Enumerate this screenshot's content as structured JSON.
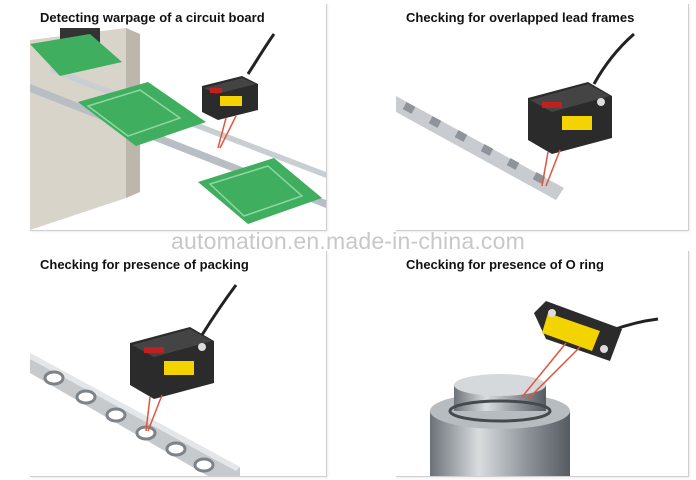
{
  "panels": [
    {
      "title": "Detecting warpage of a circuit board"
    },
    {
      "title": "Checking for overlapped lead frames"
    },
    {
      "title": "Checking for presence of packing"
    },
    {
      "title": "Checking for presence of  O ring"
    }
  ],
  "watermark": "automation.en.made-in-china.com",
  "colors": {
    "pcb": "#3fae5f",
    "sensor_body": "#2b2b2b",
    "laser": "#e0553e",
    "warning_label": "#f3d400"
  }
}
